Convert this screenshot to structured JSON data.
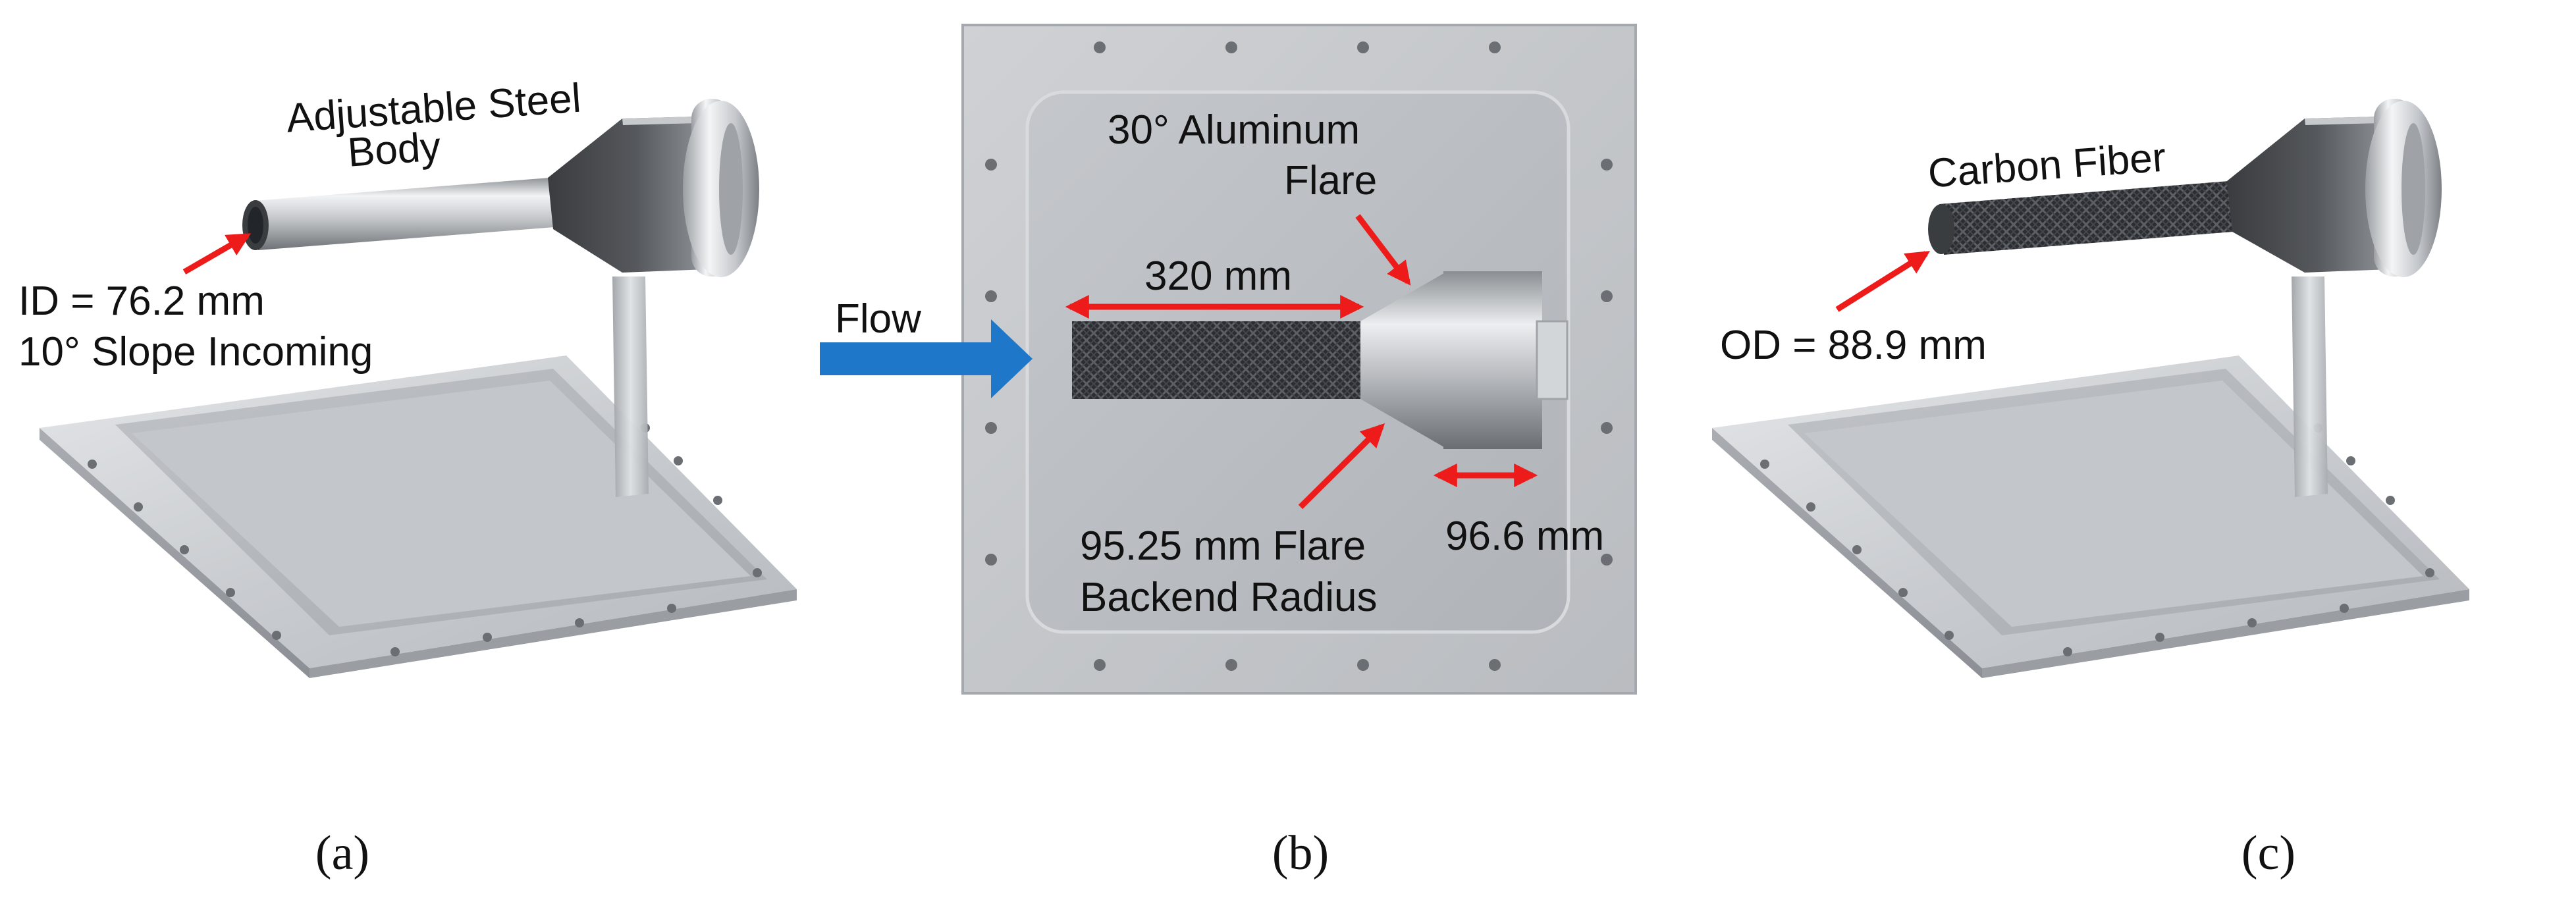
{
  "colors": {
    "arrow": "#ee1b1b",
    "flow_arrow": "#1f77c9",
    "plate_metal": "#c9ccd0",
    "carbon_fiber": "#2b2d30"
  },
  "panel_a": {
    "label_body": [
      "Adjustable Steel",
      "Body"
    ],
    "label_id": "ID = 76.2 mm",
    "label_slope": "10° Slope Incoming",
    "caption": "(a)"
  },
  "panel_b": {
    "label_flow": "Flow",
    "label_flare": [
      "30° Aluminum",
      "Flare"
    ],
    "label_length": "320 mm",
    "label_radius": [
      "95.25 mm Flare",
      "Backend Radius"
    ],
    "label_end": "96.6 mm",
    "caption": "(b)"
  },
  "panel_c": {
    "label_material": "Carbon Fiber",
    "label_od": "OD = 88.9 mm",
    "caption": "(c)"
  }
}
